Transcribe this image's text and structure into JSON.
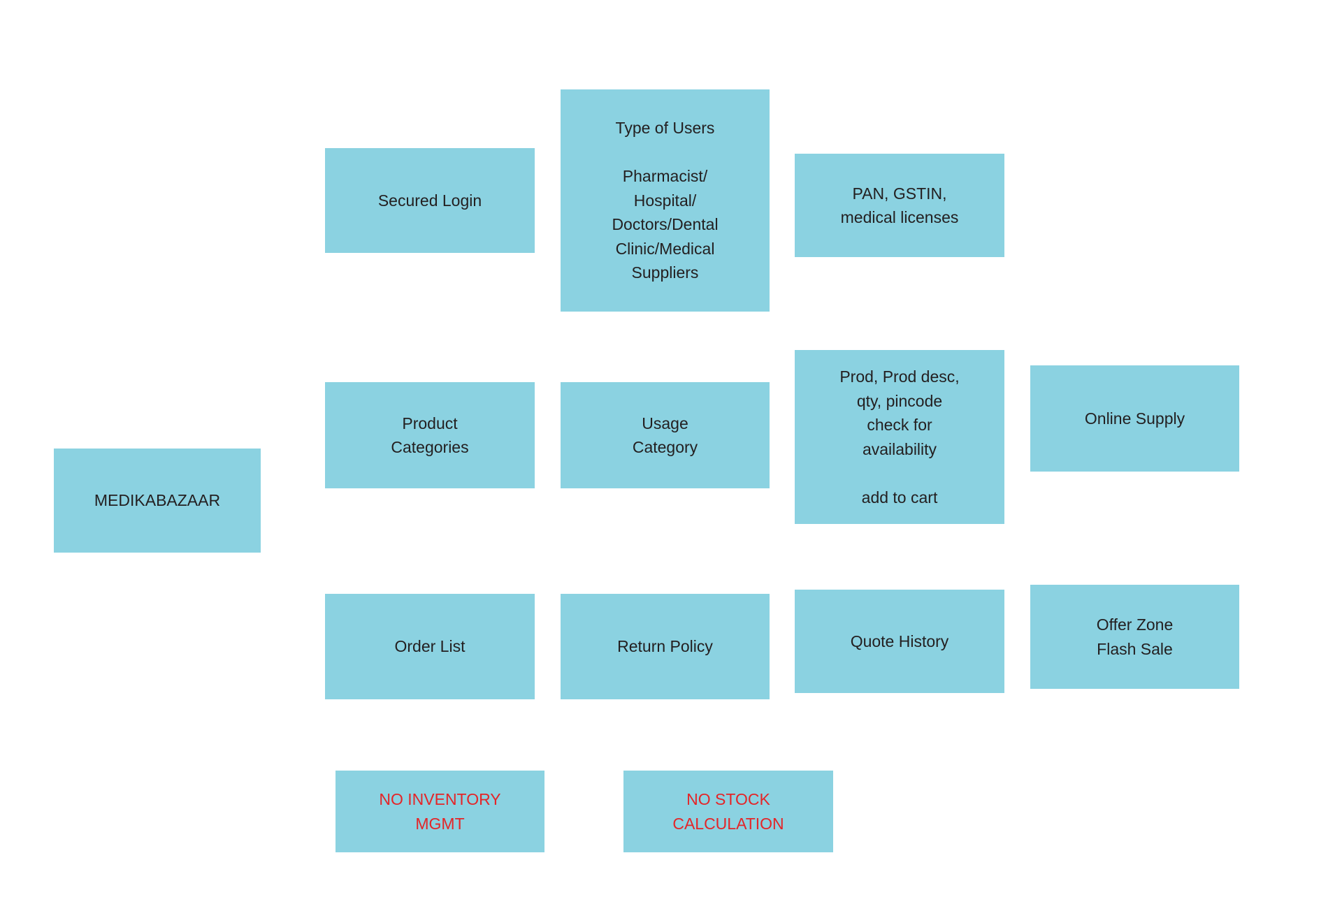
{
  "diagram": {
    "type": "block-diagram",
    "subject": "MEDIKABAZAAR",
    "colors": {
      "background": "#FFFFFF",
      "box_fill": "#8BD2E1",
      "text": "#231F20",
      "warning_text": "#E42528"
    },
    "nodes": [
      {
        "id": "medikabazaar",
        "lines": [
          "MEDIKABAZAAR"
        ]
      },
      {
        "id": "secured-login",
        "lines": [
          "Secured Login"
        ]
      },
      {
        "id": "type-of-users",
        "lines": [
          "Type of Users",
          "",
          "Pharmacist/",
          "Hospital/",
          "Doctors/Dental",
          "Clinic/Medical",
          "Suppliers"
        ]
      },
      {
        "id": "pan-gstin-licenses",
        "lines": [
          "PAN, GSTIN,",
          "medical licenses"
        ]
      },
      {
        "id": "product-categories",
        "lines": [
          "Product",
          "Categories"
        ]
      },
      {
        "id": "usage-category",
        "lines": [
          "Usage",
          "Category"
        ]
      },
      {
        "id": "prod-details-cart",
        "lines": [
          "Prod, Prod desc,",
          "qty, pincode",
          "check for",
          "availability",
          "",
          "add to cart"
        ]
      },
      {
        "id": "online-supply",
        "lines": [
          "Online Supply"
        ]
      },
      {
        "id": "order-list",
        "lines": [
          "Order List"
        ]
      },
      {
        "id": "return-policy",
        "lines": [
          "Return Policy"
        ]
      },
      {
        "id": "quote-history",
        "lines": [
          "Quote History"
        ]
      },
      {
        "id": "offer-zone-flash-sale",
        "lines": [
          "Offer Zone",
          "Flash Sale"
        ]
      },
      {
        "id": "no-inventory-mgmt",
        "lines": [
          "NO INVENTORY",
          "MGMT"
        ],
        "emphasis": "warning"
      },
      {
        "id": "no-stock-calculation",
        "lines": [
          "NO STOCK",
          "CALCULATION"
        ],
        "emphasis": "warning"
      }
    ]
  }
}
